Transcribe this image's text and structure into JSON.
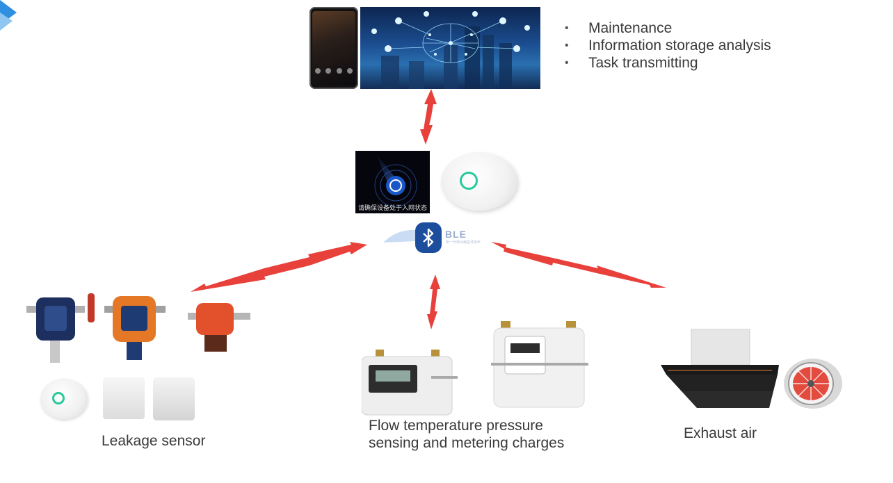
{
  "top_panel": {
    "bullets": [
      "Maintenance",
      "Information storage analysis",
      "Task transmitting"
    ]
  },
  "gateway": {
    "app_caption": "请确保设备处于入网状态",
    "ble_text": "BLE",
    "ble_subtext": "新一代低功耗蓝牙技术"
  },
  "nodes": {
    "leakage_label": "Leakage sensor",
    "flow_label_line1": "Flow temperature pressure",
    "flow_label_line2": "sensing and metering charges",
    "exhaust_label": "Exhaust air"
  },
  "colors": {
    "arrow": "#e8413c",
    "brand_blue": "#1d4e9e",
    "accent_green": "#27c89a"
  }
}
